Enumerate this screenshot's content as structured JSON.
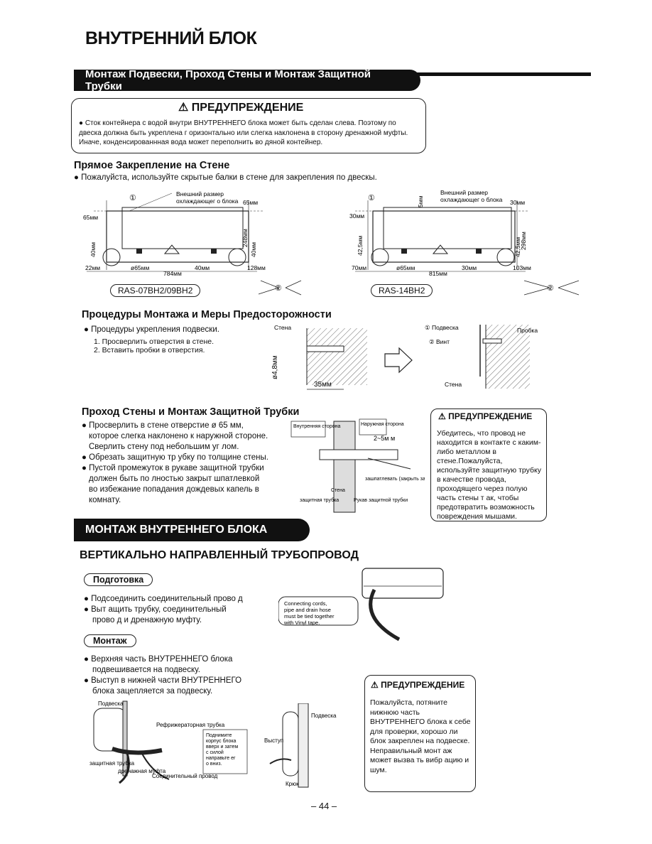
{
  "page": {
    "title": "ВНУТРЕННИЙ БЛОК",
    "section1_banner": "Монтаж Подвески, Проход Стены и Монтаж Защитной Трубки",
    "warning1": {
      "title": "ПРЕДУПРЕЖДЕНИЕ",
      "text": "●  Сток контейнера с водой внутри ВНУТРЕННЕГО блока может быть сделан слева. Поэтому по двеска должна быть укреплена г оризонтально или слегка наклонена в сторону дренажной муфты. Иначе, конденсированнная вода может переполнить во дяной контейнер."
    },
    "direct": {
      "heading": "Прямое Закрепление на Стене",
      "text": "● Пожалуйста, используйте скрытые балки в стене для закрепления по двескы."
    },
    "diagram_left": {
      "num1": "①",
      "outer_size": "Внешний размер",
      "outer_size2": "охлаждающег о блока",
      "d65a": "65мм",
      "d65b": "65мм",
      "d40a": "40мм",
      "d40b": "40мм",
      "d248": "248мм",
      "d22": "22мм",
      "phi65": "ø65мм",
      "d784": "784мм",
      "d40c": "40мм",
      "d128": "128мм",
      "model": "RAS-07BH2/09BH2",
      "num2": "②"
    },
    "diagram_right": {
      "num1": "①",
      "d5": "5мм",
      "outer_size": "Внешний размер",
      "outer_size2": "охлаждающег о блока",
      "d30a": "30мм",
      "d30b": "30мм",
      "d425a": "42,5мм",
      "d425b": "42,5мм",
      "d298": "298мм",
      "d70": "70мм",
      "phi65": "ø65мм",
      "d815": "815мм",
      "d30c": "30мм",
      "d103": "103мм",
      "model": "RAS-14BH2",
      "num2": "②"
    },
    "procedures": {
      "heading": "Процедуры Монтажа и Меры Предосторожности",
      "bullet": "● Процедуры укрепления подвески.",
      "step1": "1.  Просверлить отверстия в стене.",
      "step2": "2.  Вставить пробки в отверстия.",
      "wall": "Стена",
      "phi48": "ø4,8мм",
      "d35": "35мм",
      "hanger": "① Подвеска",
      "screw": "② Винт",
      "plug": "Пробка",
      "wall2": "Стена"
    },
    "passage": {
      "heading": "Проход Стены и Монтаж Защитной Трубки",
      "b1a": "● Просверлить в стене отверстие  ø 65 мм,",
      "b1b": "которое слегка наклонено к наружной стороне.",
      "b1c": "Сверлить стену под небольшим уг лом.",
      "b2": "● Обрезать защитную тр убку по толщине стены.",
      "b3a": "● Пустой промежуток в рукаве защитной  трубки",
      "b3b": "должен быть  по  лностью  закрыт шпатлевкой",
      "b3c": "во  избежание попадания дождевых капель в",
      "b3d": "комнату.",
      "inner_side": "Внутренняя сторона",
      "outer_side": "Наружная сторона",
      "gap": "2~5м м",
      "seal": "зашпатлевать (закрыть замазкой)",
      "sleeve": "Рукав защитной трубки",
      "wall": "Стена",
      "tube": "защитная трубка"
    },
    "warning2": {
      "title": "ПРЕДУПРЕЖДЕНИЕ",
      "text": "Убедитесь, что провод не находится в контакте с каким-либо металлом в стене.Пожалуйста, используйте защитную трубку в качестве провода, проходящего через полую часть стены т ак, чтобы предотвратить возможность повреждения мышами."
    },
    "section2_banner": "МОНТАЖ ВНУТРЕННЕГО БЛОКА",
    "vertical_heading": "ВЕРТИКАЛЬНО НАПРАВЛЕННЫЙ ТРУБОПРОВОД",
    "prep": {
      "label": "Подготовка",
      "b1": "● Подсоединить соединительный прово д",
      "b2a": "● Выт ащить трубку, соединительный",
      "b2b": "прово д и дренажную муфту.",
      "note": "Connecting cords, pipe and drain hose must be tied together with Vinyl tape."
    },
    "mount": {
      "label": "Монтаж",
      "b1a": "● Верхняя часть ВНУТРЕННЕГО блока",
      "b1b": "подвешивается на подвеску.",
      "b2a": "● Выступ в нижней части ВНУТРЕННЕГО",
      "b2b": "блока зацепляется за подвеску.",
      "hanger": "Подвеска",
      "refpipe": "Рефрижераторная трубка",
      "lift": "Поднимите корпус блока вверх и затем с силой направьте ег о вниз.",
      "tube": "защитная трубка",
      "drain": "дренажная муфта",
      "cord": "Соединительный провод",
      "hanger2": "Подвеска",
      "ledge": "Выступ",
      "hook": "Крюк"
    },
    "warning3": {
      "title": "ПРЕДУПРЕЖДЕНИЕ",
      "text": "Пожалуйста,  потяните нижнюю часть ВНУТРЕННЕГО блока к себе для проверки, хорошо ли блок закреплен на подвеске. Неправильный монт аж может вызва ть вибр ацию и шум."
    },
    "page_number": "– 44 –"
  }
}
